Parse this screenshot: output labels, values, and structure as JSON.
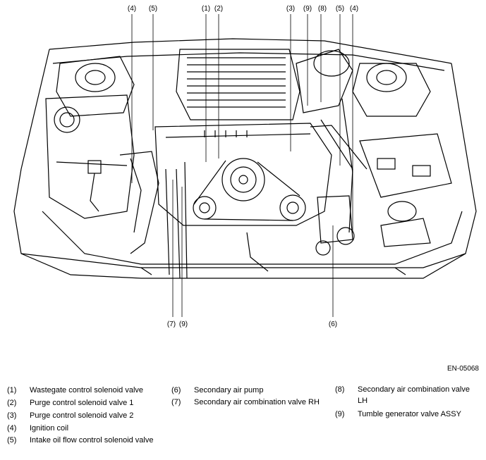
{
  "figure_id": "EN-05068",
  "callouts": {
    "c1": "(4)",
    "c2": "(5)",
    "c3": "(1)",
    "c4": "(2)",
    "c5": "(3)",
    "c6": "(9)",
    "c7": "(8)",
    "c8": "(5)",
    "c9": "(4)",
    "c10": "(7)",
    "c11": "(9)",
    "c12": "(6)"
  },
  "legend": [
    {
      "num": "(1)",
      "text": "Wastegate control solenoid valve"
    },
    {
      "num": "(2)",
      "text": "Purge control solenoid valve 1"
    },
    {
      "num": "(3)",
      "text": "Purge control solenoid valve 2"
    },
    {
      "num": "(4)",
      "text": "Ignition coil"
    },
    {
      "num": "(5)",
      "text": "Intake oil flow control solenoid valve"
    },
    {
      "num": "(6)",
      "text": "Secondary air pump"
    },
    {
      "num": "(7)",
      "text": "Secondary air combination valve RH"
    },
    {
      "num": "(8)",
      "text": "Secondary air combination valve LH"
    },
    {
      "num": "(9)",
      "text": "Tumble generator valve ASSY"
    }
  ]
}
